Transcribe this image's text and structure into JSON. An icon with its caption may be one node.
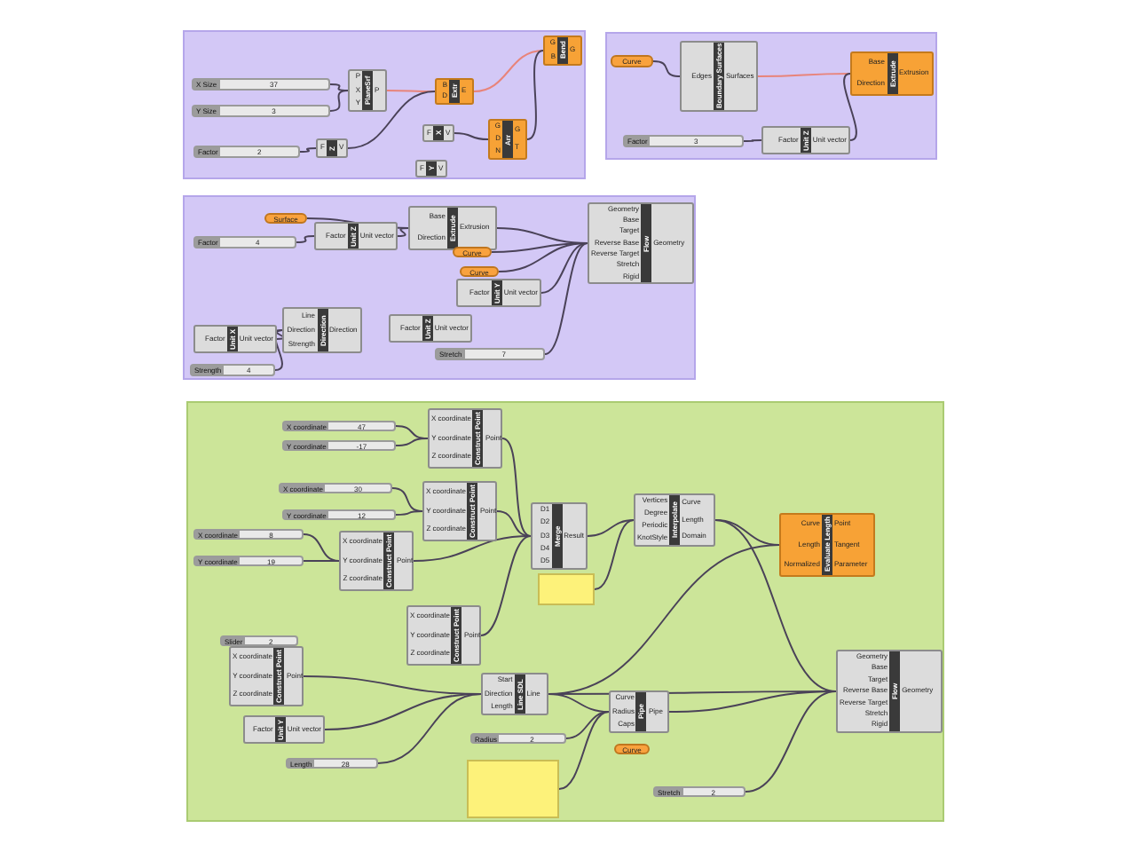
{
  "diagram": {
    "nodes": [
      {
        "text": [],
        "shape": "box"
      },
      {
        "text": [
          "X Size",
          "37"
        ],
        "in": 0
      },
      {
        "text": [
          "Y Size",
          "3"
        ],
        "in": 0
      },
      {
        "text": [
          "P",
          "X",
          "Y",
          "PlaneSrf",
          "P"
        ],
        "in": 0
      },
      {
        "text": [
          "Factor",
          "2"
        ],
        "in": 0
      },
      {
        "text": [
          "F",
          "Z",
          "V"
        ],
        "in": 0
      },
      {
        "text": [
          "B",
          "D",
          "Extr",
          "E"
        ],
        "in": 0
      },
      {
        "text": [
          "F",
          "X",
          "V"
        ],
        "in": 0
      },
      {
        "text": [
          "G",
          "D",
          "N",
          "Arr",
          "G",
          "T"
        ],
        "in": 0
      },
      {
        "text": [
          "G",
          "B",
          "Bend",
          "G"
        ],
        "in": 0
      },
      {
        "text": [
          "F",
          "Y",
          "V"
        ],
        "in": 0
      },
      {
        "text": [],
        "shape": "box"
      },
      {
        "text": [
          "Curve"
        ],
        "in": 11
      },
      {
        "text": [
          "Edges",
          "Boundary Surfaces",
          "Surfaces"
        ],
        "in": 11
      },
      {
        "text": [
          "Base",
          "Direction",
          "Extrude",
          "Extrusion"
        ],
        "in": 11
      },
      {
        "text": [
          "Factor",
          "3"
        ],
        "in": 11
      },
      {
        "text": [
          "Factor",
          "Unit Z",
          "Unit vector"
        ],
        "in": 11
      },
      {
        "text": [],
        "shape": "box"
      },
      {
        "text": [
          "Surface"
        ],
        "in": 17
      },
      {
        "text": [
          "Factor",
          "4"
        ],
        "in": 17
      },
      {
        "text": [
          "Factor",
          "Unit Z",
          "Unit vector"
        ],
        "in": 17
      },
      {
        "text": [
          "Base",
          "Direction",
          "Extrude",
          "Extrusion"
        ],
        "in": 17
      },
      {
        "text": [
          "Geometry",
          "Base",
          "Target",
          "Reverse Base",
          "Reverse Target",
          "Stretch",
          "Rigid",
          "Flow",
          "Geometry"
        ],
        "in": 17
      },
      {
        "text": [
          "Curve"
        ],
        "in": 17
      },
      {
        "text": [
          "Curve"
        ],
        "in": 17
      },
      {
        "text": [
          "Factor",
          "Unit Y",
          "Unit vector"
        ],
        "in": 17
      },
      {
        "text": [
          "Factor",
          "Unit X",
          "Unit vector"
        ],
        "in": 17
      },
      {
        "text": [
          "Line",
          "Direction",
          "Strength",
          "Direction",
          "Direction"
        ],
        "in": 17
      },
      {
        "text": [
          "Strength",
          "4"
        ],
        "in": 17
      },
      {
        "text": [
          "Stretch",
          "7"
        ],
        "in": 17
      },
      {
        "text": [
          "Factor",
          "Unit Z",
          "Unit vector"
        ],
        "in": 17
      },
      {
        "text": [],
        "shape": "box"
      },
      {
        "text": [
          "X coordinate",
          "47"
        ],
        "in": 31
      },
      {
        "text": [
          "Y coordinate",
          "-17"
        ],
        "in": 31
      },
      {
        "text": [
          "X coordinate",
          "Y coordinate",
          "Z coordinate",
          "Construct Point",
          "Point"
        ],
        "in": 31
      },
      {
        "text": [
          "X coordinate",
          "30"
        ],
        "in": 31
      },
      {
        "text": [
          "Y coordinate",
          "12"
        ],
        "in": 31
      },
      {
        "text": [
          "X coordinate",
          "Y coordinate",
          "Z coordinate",
          "Construct Point",
          "Point"
        ],
        "in": 31
      },
      {
        "text": [
          "X coordinate",
          "8"
        ],
        "in": 31
      },
      {
        "text": [
          "Y coordinate",
          "19"
        ],
        "in": 31
      },
      {
        "text": [
          "X coordinate",
          "Y coordinate",
          "Z coordinate",
          "Construct Point",
          "Point"
        ],
        "in": 31
      },
      {
        "text": [
          "D1",
          "D2",
          "D3",
          "D4",
          "D5",
          "Merge",
          "Result"
        ],
        "in": 31
      },
      {
        "text": [],
        "shape": "box",
        "in": 31
      },
      {
        "text": [
          "Vertices",
          "Degree",
          "Periodic",
          "KnotStyle",
          "Interpolate",
          "Curve",
          "Length",
          "Domain"
        ],
        "in": 31
      },
      {
        "text": [
          "Curve",
          "Length",
          "Normalized",
          "Evaluate Length",
          "Point",
          "Tangent",
          "Parameter"
        ],
        "in": 31
      },
      {
        "text": [
          "X coordinate",
          "Y coordinate",
          "Z coordinate",
          "Construct Point",
          "Point"
        ],
        "in": 31
      },
      {
        "text": [
          "Slider",
          "2"
        ],
        "in": 31
      },
      {
        "text": [
          "X coordinate",
          "Y coordinate",
          "Z coordinate",
          "Construct Point",
          "Point"
        ],
        "in": 31
      },
      {
        "text": [
          "Start",
          "Direction",
          "Length",
          "Line SDL",
          "Line"
        ],
        "in": 31
      },
      {
        "text": [
          "Factor",
          "Unit Y",
          "Unit vector"
        ],
        "in": 31
      },
      {
        "text": [
          "Length",
          "28"
        ],
        "in": 31
      },
      {
        "text": [
          "Radius",
          "2"
        ],
        "in": 31
      },
      {
        "text": [
          "Curve",
          "Radius",
          "Caps",
          "Pipe",
          "Pipe"
        ],
        "in": 31
      },
      {
        "text": [
          "Curve"
        ],
        "in": 31
      },
      {
        "text": [],
        "shape": "box",
        "in": 31
      },
      {
        "text": [
          "Stretch",
          "2"
        ],
        "in": 31
      },
      {
        "text": [
          "Geometry",
          "Base",
          "Target",
          "Reverse Base",
          "Reverse Target",
          "Stretch",
          "Rigid",
          "Flow",
          "Geometry"
        ],
        "in": 31
      }
    ],
    "edges": [
      {
        "from": 1,
        "to": 3,
        "arrow": "none"
      },
      {
        "from": 2,
        "to": 3,
        "arrow": "none"
      },
      {
        "from": 3,
        "to": 6,
        "arrow": "none",
        "color": "#e8847a"
      },
      {
        "from": 4,
        "to": 5,
        "arrow": "none"
      },
      {
        "from": 5,
        "to": 6,
        "arrow": "none"
      },
      {
        "from": 6,
        "to": 9,
        "arrow": "none",
        "color": "#e8847a"
      },
      {
        "from": 7,
        "to": 8,
        "arrow": "none"
      },
      {
        "from": 8,
        "to": 9,
        "arrow": "none"
      },
      {
        "from": 12,
        "to": 13,
        "arrow": "none"
      },
      {
        "from": 13,
        "to": 14,
        "arrow": "none",
        "color": "#e8847a"
      },
      {
        "from": 15,
        "to": 16,
        "arrow": "none"
      },
      {
        "from": 16,
        "to": 14,
        "arrow": "none"
      },
      {
        "from": 18,
        "to": 21,
        "arrow": "none"
      },
      {
        "from": 19,
        "to": 20,
        "arrow": "none"
      },
      {
        "from": 20,
        "to": 21,
        "arrow": "none"
      },
      {
        "from": 21,
        "to": 22,
        "arrow": "none"
      },
      {
        "from": 23,
        "to": 22,
        "arrow": "none"
      },
      {
        "from": 24,
        "to": 22,
        "arrow": "none"
      },
      {
        "from": 25,
        "to": 22,
        "arrow": "none"
      },
      {
        "from": 29,
        "to": 22,
        "arrow": "none"
      },
      {
        "from": 26,
        "to": 27,
        "arrow": "none"
      },
      {
        "from": 28,
        "to": 27,
        "arrow": "none"
      },
      {
        "from": 32,
        "to": 34,
        "arrow": "none"
      },
      {
        "from": 33,
        "to": 34,
        "arrow": "none"
      },
      {
        "from": 35,
        "to": 37,
        "arrow": "none"
      },
      {
        "from": 36,
        "to": 37,
        "arrow": "none"
      },
      {
        "from": 38,
        "to": 40,
        "arrow": "none"
      },
      {
        "from": 39,
        "to": 40,
        "arrow": "none"
      },
      {
        "from": 34,
        "to": 41,
        "arrow": "none"
      },
      {
        "from": 37,
        "to": 41,
        "arrow": "none"
      },
      {
        "from": 40,
        "to": 41,
        "arrow": "none"
      },
      {
        "from": 45,
        "to": 41,
        "arrow": "none"
      },
      {
        "from": 41,
        "to": 43,
        "arrow": "none"
      },
      {
        "from": 42,
        "to": 43,
        "arrow": "none"
      },
      {
        "from": 43,
        "to": 44,
        "arrow": "none"
      },
      {
        "from": 43,
        "to": 56,
        "arrow": "none"
      },
      {
        "from": 48,
        "to": 44,
        "arrow": "none"
      },
      {
        "from": 47,
        "to": 48,
        "arrow": "none"
      },
      {
        "from": 49,
        "to": 48,
        "arrow": "none"
      },
      {
        "from": 50,
        "to": 48,
        "arrow": "none"
      },
      {
        "from": 51,
        "to": 52,
        "arrow": "none"
      },
      {
        "from": 54,
        "to": 52,
        "arrow": "none"
      },
      {
        "from": 48,
        "to": 52,
        "arrow": "none"
      },
      {
        "from": 48,
        "to": 56,
        "arrow": "none"
      },
      {
        "from": 52,
        "to": 56,
        "arrow": "none"
      },
      {
        "from": 55,
        "to": 56,
        "arrow": "none"
      }
    ]
  }
}
